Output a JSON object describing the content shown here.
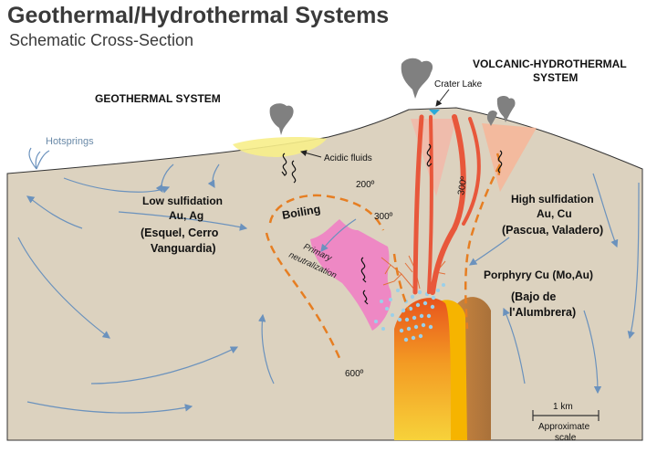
{
  "title": "Geothermal/Hydrothermal Systems",
  "subtitle": "Schematic Cross-Section",
  "labels": {
    "geothermal_system": "GEOTHERMAL SYSTEM",
    "volcanic_line1": "VOLCANIC-HYDROTHERMAL",
    "volcanic_line2": "SYSTEM",
    "crater_lake": "Crater Lake",
    "hotsprings": "Hotsprings",
    "acidic_fluids": "Acidic fluids",
    "boiling": "Boiling",
    "primary": "Primary",
    "neutralization": "neutralization",
    "temp_200": "200º",
    "temp_300_left": "300º",
    "temp_300_conduit": "300º",
    "temp_600": "600º",
    "low_sulf_title": "Low sulfidation",
    "low_sulf_metals": "Au, Ag",
    "low_sulf_ex1": "(Esquel, Cerro",
    "low_sulf_ex2": "Vanguardia)",
    "high_sulf_title": "High sulfidation",
    "high_sulf_metals": "Au, Cu",
    "high_sulf_ex": "(Pascua, Valadero)",
    "porphyry_title": "Porphyry Cu (Mo,Au)",
    "porphyry_ex1": "(Bajo de",
    "porphyry_ex2": "l'Alumbrera)",
    "scale_value": "1 km",
    "scale_label1": "Approximate",
    "scale_label2": "scale"
  },
  "colors": {
    "ground": "#dcd2bf",
    "title_text": "#3a3a3a",
    "isotherm": "#e67e22",
    "conduit": "#e8573b",
    "pink_zone": "#ef7fc4",
    "high_sulf_zone": "#f5b79a",
    "acidic_zone": "#f7ee8a",
    "flow_arrows": "#6b92bd"
  }
}
